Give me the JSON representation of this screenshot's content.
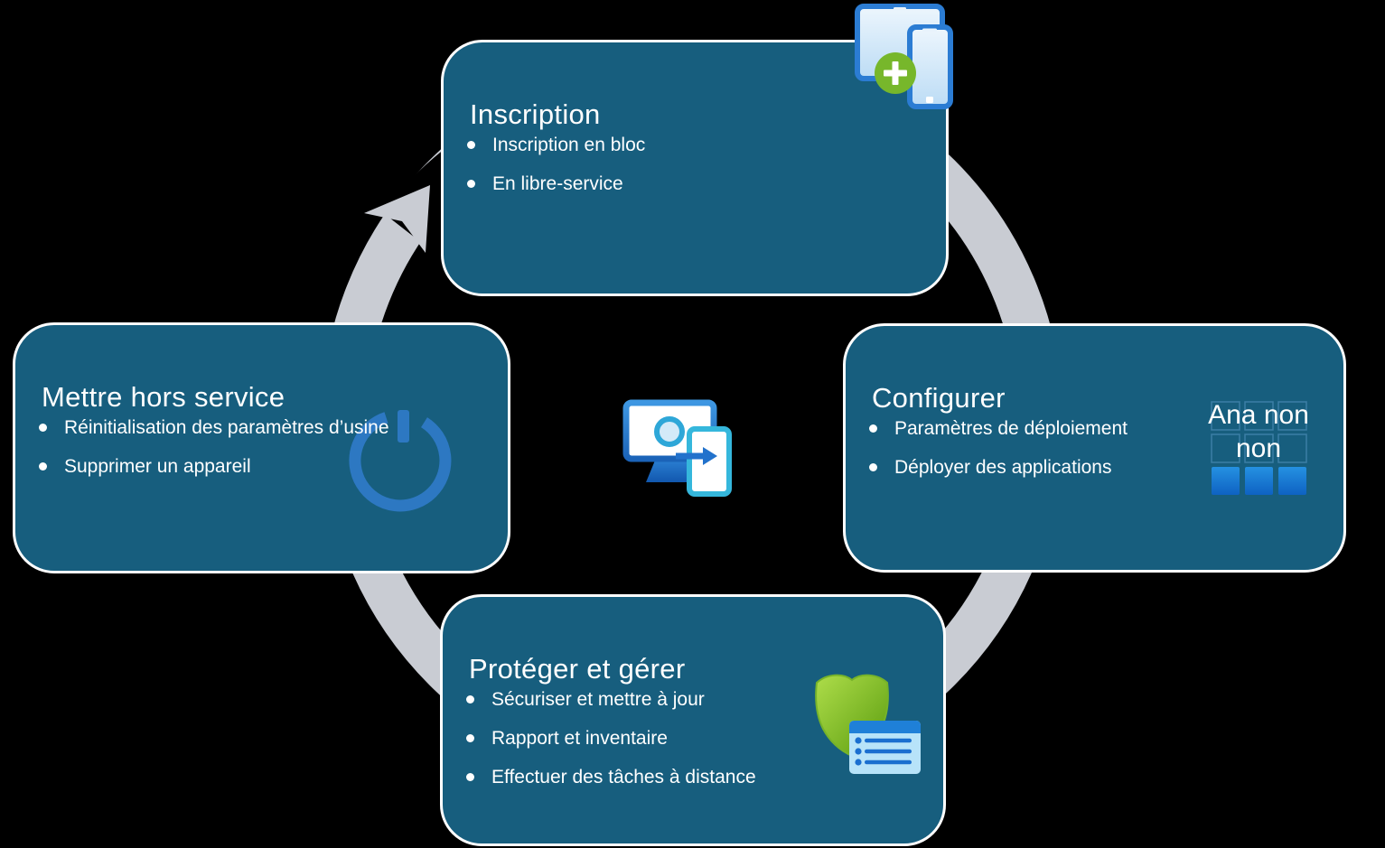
{
  "diagram": {
    "background_color": "#000000",
    "ring": {
      "color": "#C9CCD3",
      "direction": "clockwise"
    },
    "box_style": {
      "fill": "#175E7E",
      "border": "#FFFFFF",
      "text_color": "#FFFFFF"
    },
    "boxes": [
      {
        "id": "inscription",
        "position": "top",
        "title": "Inscription",
        "bullets": [
          "Inscription en bloc",
          "En libre-service"
        ],
        "icon": "add-devices-icon"
      },
      {
        "id": "configurer",
        "position": "right",
        "title": "Configurer",
        "bullets": [
          "Paramètres de déploiement",
          "Déployer des applications"
        ],
        "icon": "app-grid-icon",
        "icon_overlay_text": [
          "Ana non",
          "non"
        ]
      },
      {
        "id": "proteger-et-gerer",
        "position": "bottom",
        "title": "Protéger et gérer",
        "bullets": [
          "Sécuriser et mettre à jour",
          "Rapport et inventaire",
          "Effectuer des tâches à distance"
        ],
        "icon": "shield-report-icon"
      },
      {
        "id": "mettre-hors-service",
        "position": "left",
        "title": "Mettre hors service",
        "bullets": [
          "Réinitialisation des paramètres d’usine",
          "Supprimer un appareil"
        ],
        "icon": "restart-icon"
      }
    ],
    "center_icon": "monitor-to-device-icon",
    "icon_colors": {
      "device_blue": "#2B7CD3",
      "device_cyan": "#35B7DC",
      "add_green": "#77B72B",
      "app_square_blue": "#1C7FD6",
      "restart_blue": "#2D78C2",
      "shield_green_light": "#AEDD4A",
      "shield_green_dark": "#5A9C0E",
      "report_light_blue": "#B7E3F9",
      "report_header_blue": "#1F80D8",
      "arrow_blue": "#2272CC"
    }
  }
}
